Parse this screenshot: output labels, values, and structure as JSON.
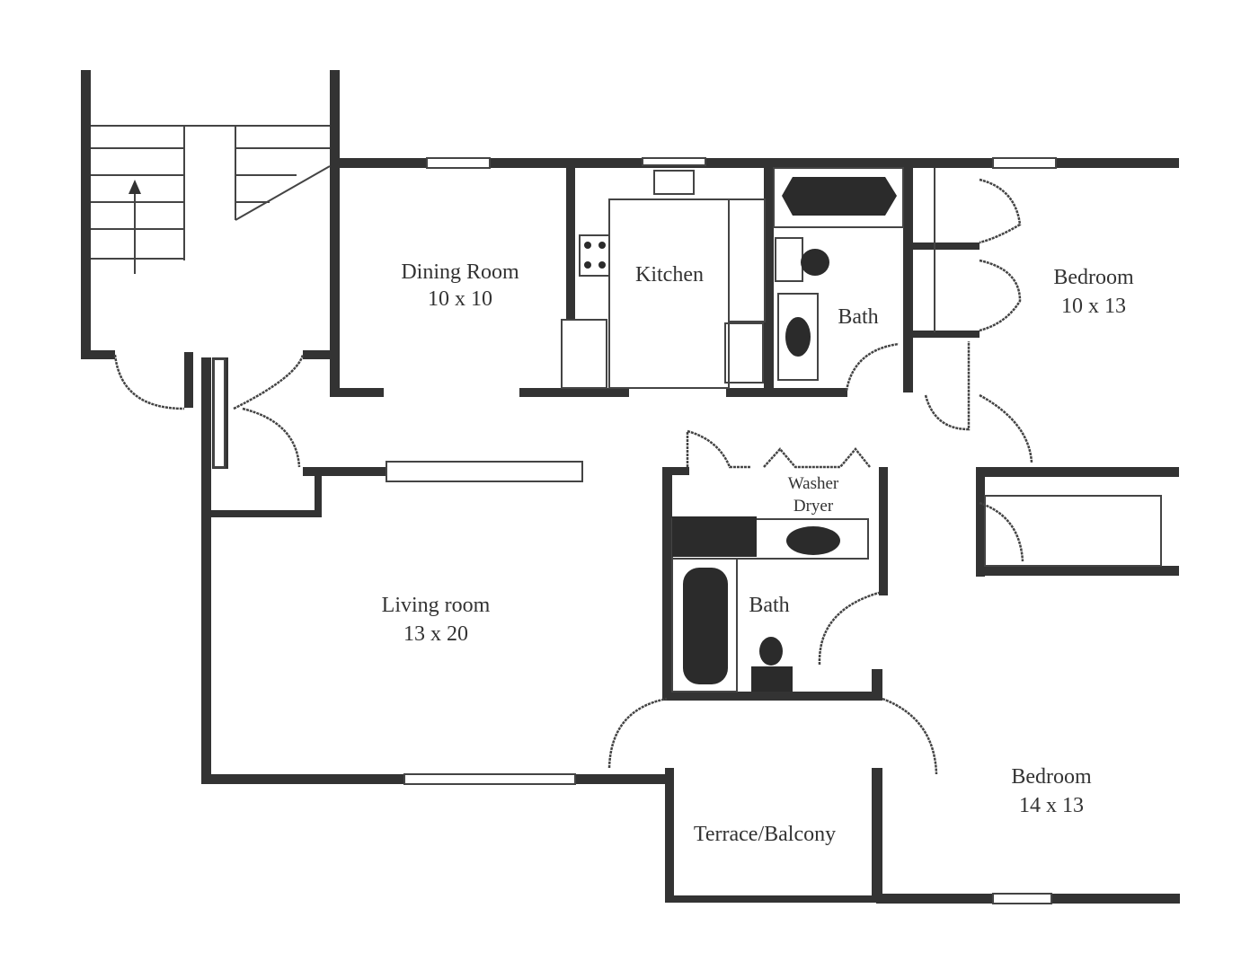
{
  "rooms": {
    "dining": {
      "name": "Dining Room",
      "size": "10 x 10"
    },
    "kitchen": {
      "name": "Kitchen"
    },
    "bath1": {
      "name": "Bath"
    },
    "bedroom1": {
      "name": "Bedroom",
      "size": "10 x 13"
    },
    "washer": {
      "name": "Washer",
      "name2": "Dryer"
    },
    "living": {
      "name": "Living room",
      "size": "13 x 20"
    },
    "bath2": {
      "name": "Bath"
    },
    "bedroom2": {
      "name": "Bedroom",
      "size": "14 x 13"
    },
    "terrace": {
      "name": "Terrace/Balcony"
    }
  },
  "colors": {
    "wall": "#333333",
    "background": "#ffffff"
  }
}
